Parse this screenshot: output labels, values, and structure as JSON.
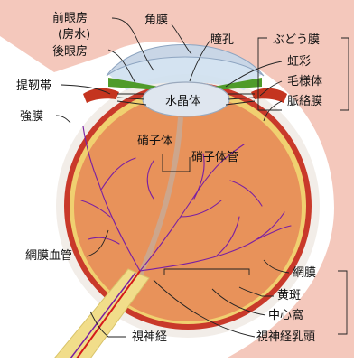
{
  "colors": {
    "skin": "#f4c8bc",
    "sclera": "#f2ede8",
    "vitreous": "#e8925a",
    "choroid": "#c9392a",
    "retina": "#f0d070",
    "iris": "#4f9b2a",
    "lens": "#dfe6ef",
    "cornea": "#c9d6e6",
    "vessel": "#7a1fa2",
    "artery": "#d51a1a",
    "nerve": "#f1dd8a"
  },
  "labels": {
    "anterior_chamber": "前眼房",
    "aqueous_humor": "(房水)",
    "posterior_chamber": "後眼房",
    "cornea": "角膜",
    "pupil": "瞳孔",
    "uvea": "ぶどう膜",
    "iris": "虹彩",
    "ciliary_body": "毛様体",
    "choroid": "脈絡膜",
    "zonule": "提靭帯",
    "sclera": "強膜",
    "lens": "水晶体",
    "vitreous": "硝子体",
    "hyaloid_canal": "硝子体管",
    "retinal_vessels": "網膜血管",
    "retina": "網膜",
    "macula": "黄斑",
    "fovea": "中心窩",
    "optic_nerve": "視神経",
    "optic_disc": "視神経乳頭"
  }
}
